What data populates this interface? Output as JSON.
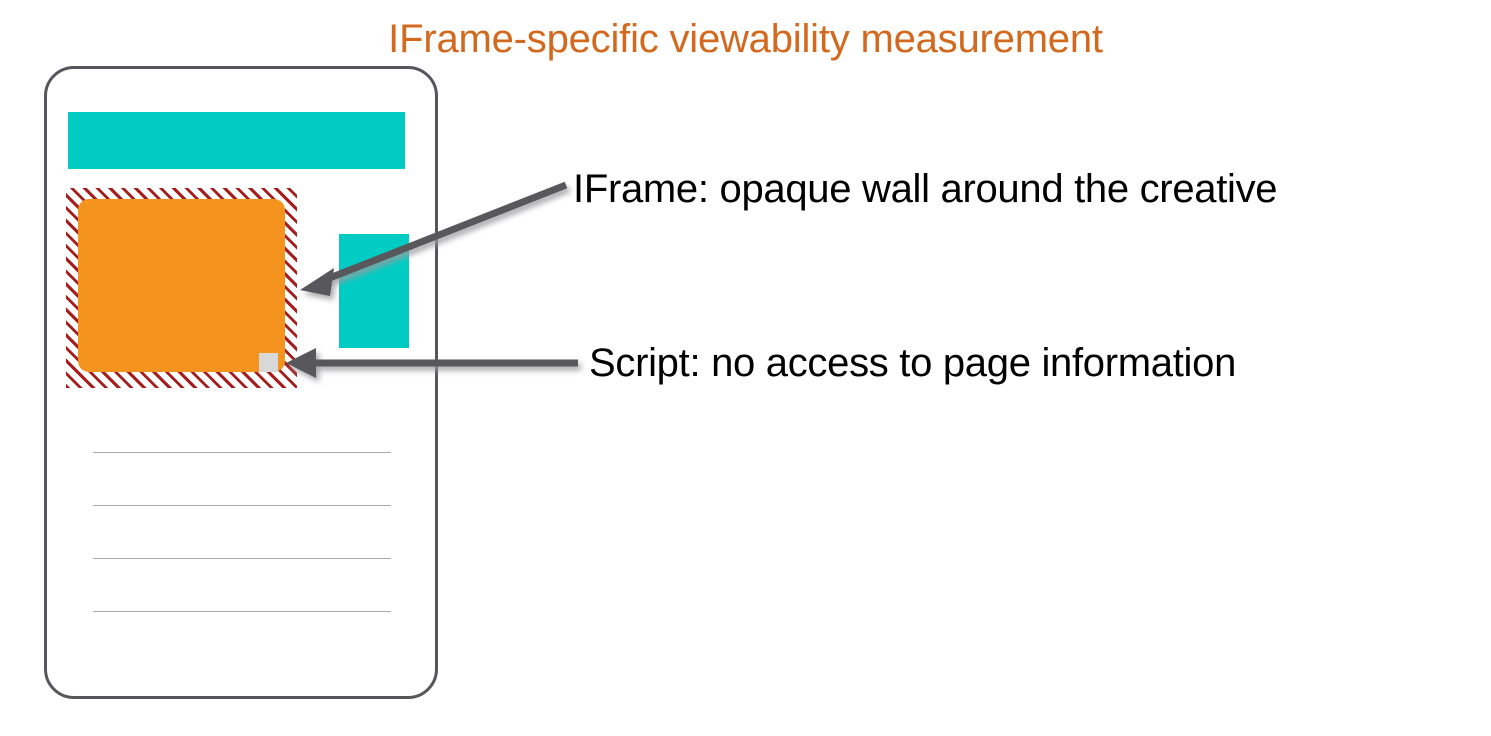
{
  "slide": {
    "title": "IFrame-specific viewability measurement",
    "title_color": "#d2691e",
    "background_color": "#ffffff"
  },
  "phone": {
    "name": "mobile-page-mockup",
    "border_color": "#56565c",
    "top_banner": {
      "name": "page-banner",
      "color": "#00ccc3"
    },
    "side_block": {
      "name": "page-side-block",
      "color": "#00ccc3"
    },
    "iframe_wall": {
      "name": "iframe-opaque-wall",
      "hatch_color": "#a51f1f",
      "hatch_background": "#ffffff"
    },
    "creative": {
      "name": "ad-creative",
      "color": "#f4941f"
    },
    "script_pixel": {
      "name": "measurement-script-pixel",
      "color": "#d8d8d8"
    },
    "content_rules": [
      {
        "name": "page-text-rule-1"
      },
      {
        "name": "page-text-rule-2"
      },
      {
        "name": "page-text-rule-3"
      },
      {
        "name": "page-text-rule-4"
      }
    ]
  },
  "callouts": [
    {
      "id": "iframe",
      "label": "IFrame: opaque wall around the creative",
      "arrow": "diagonal-arrow-to-iframe-wall",
      "arrow_color": "#58585c"
    },
    {
      "id": "script",
      "label": "Script: no access to page information",
      "arrow": "horizontal-arrow-to-script-pixel",
      "arrow_color": "#58585c"
    }
  ]
}
